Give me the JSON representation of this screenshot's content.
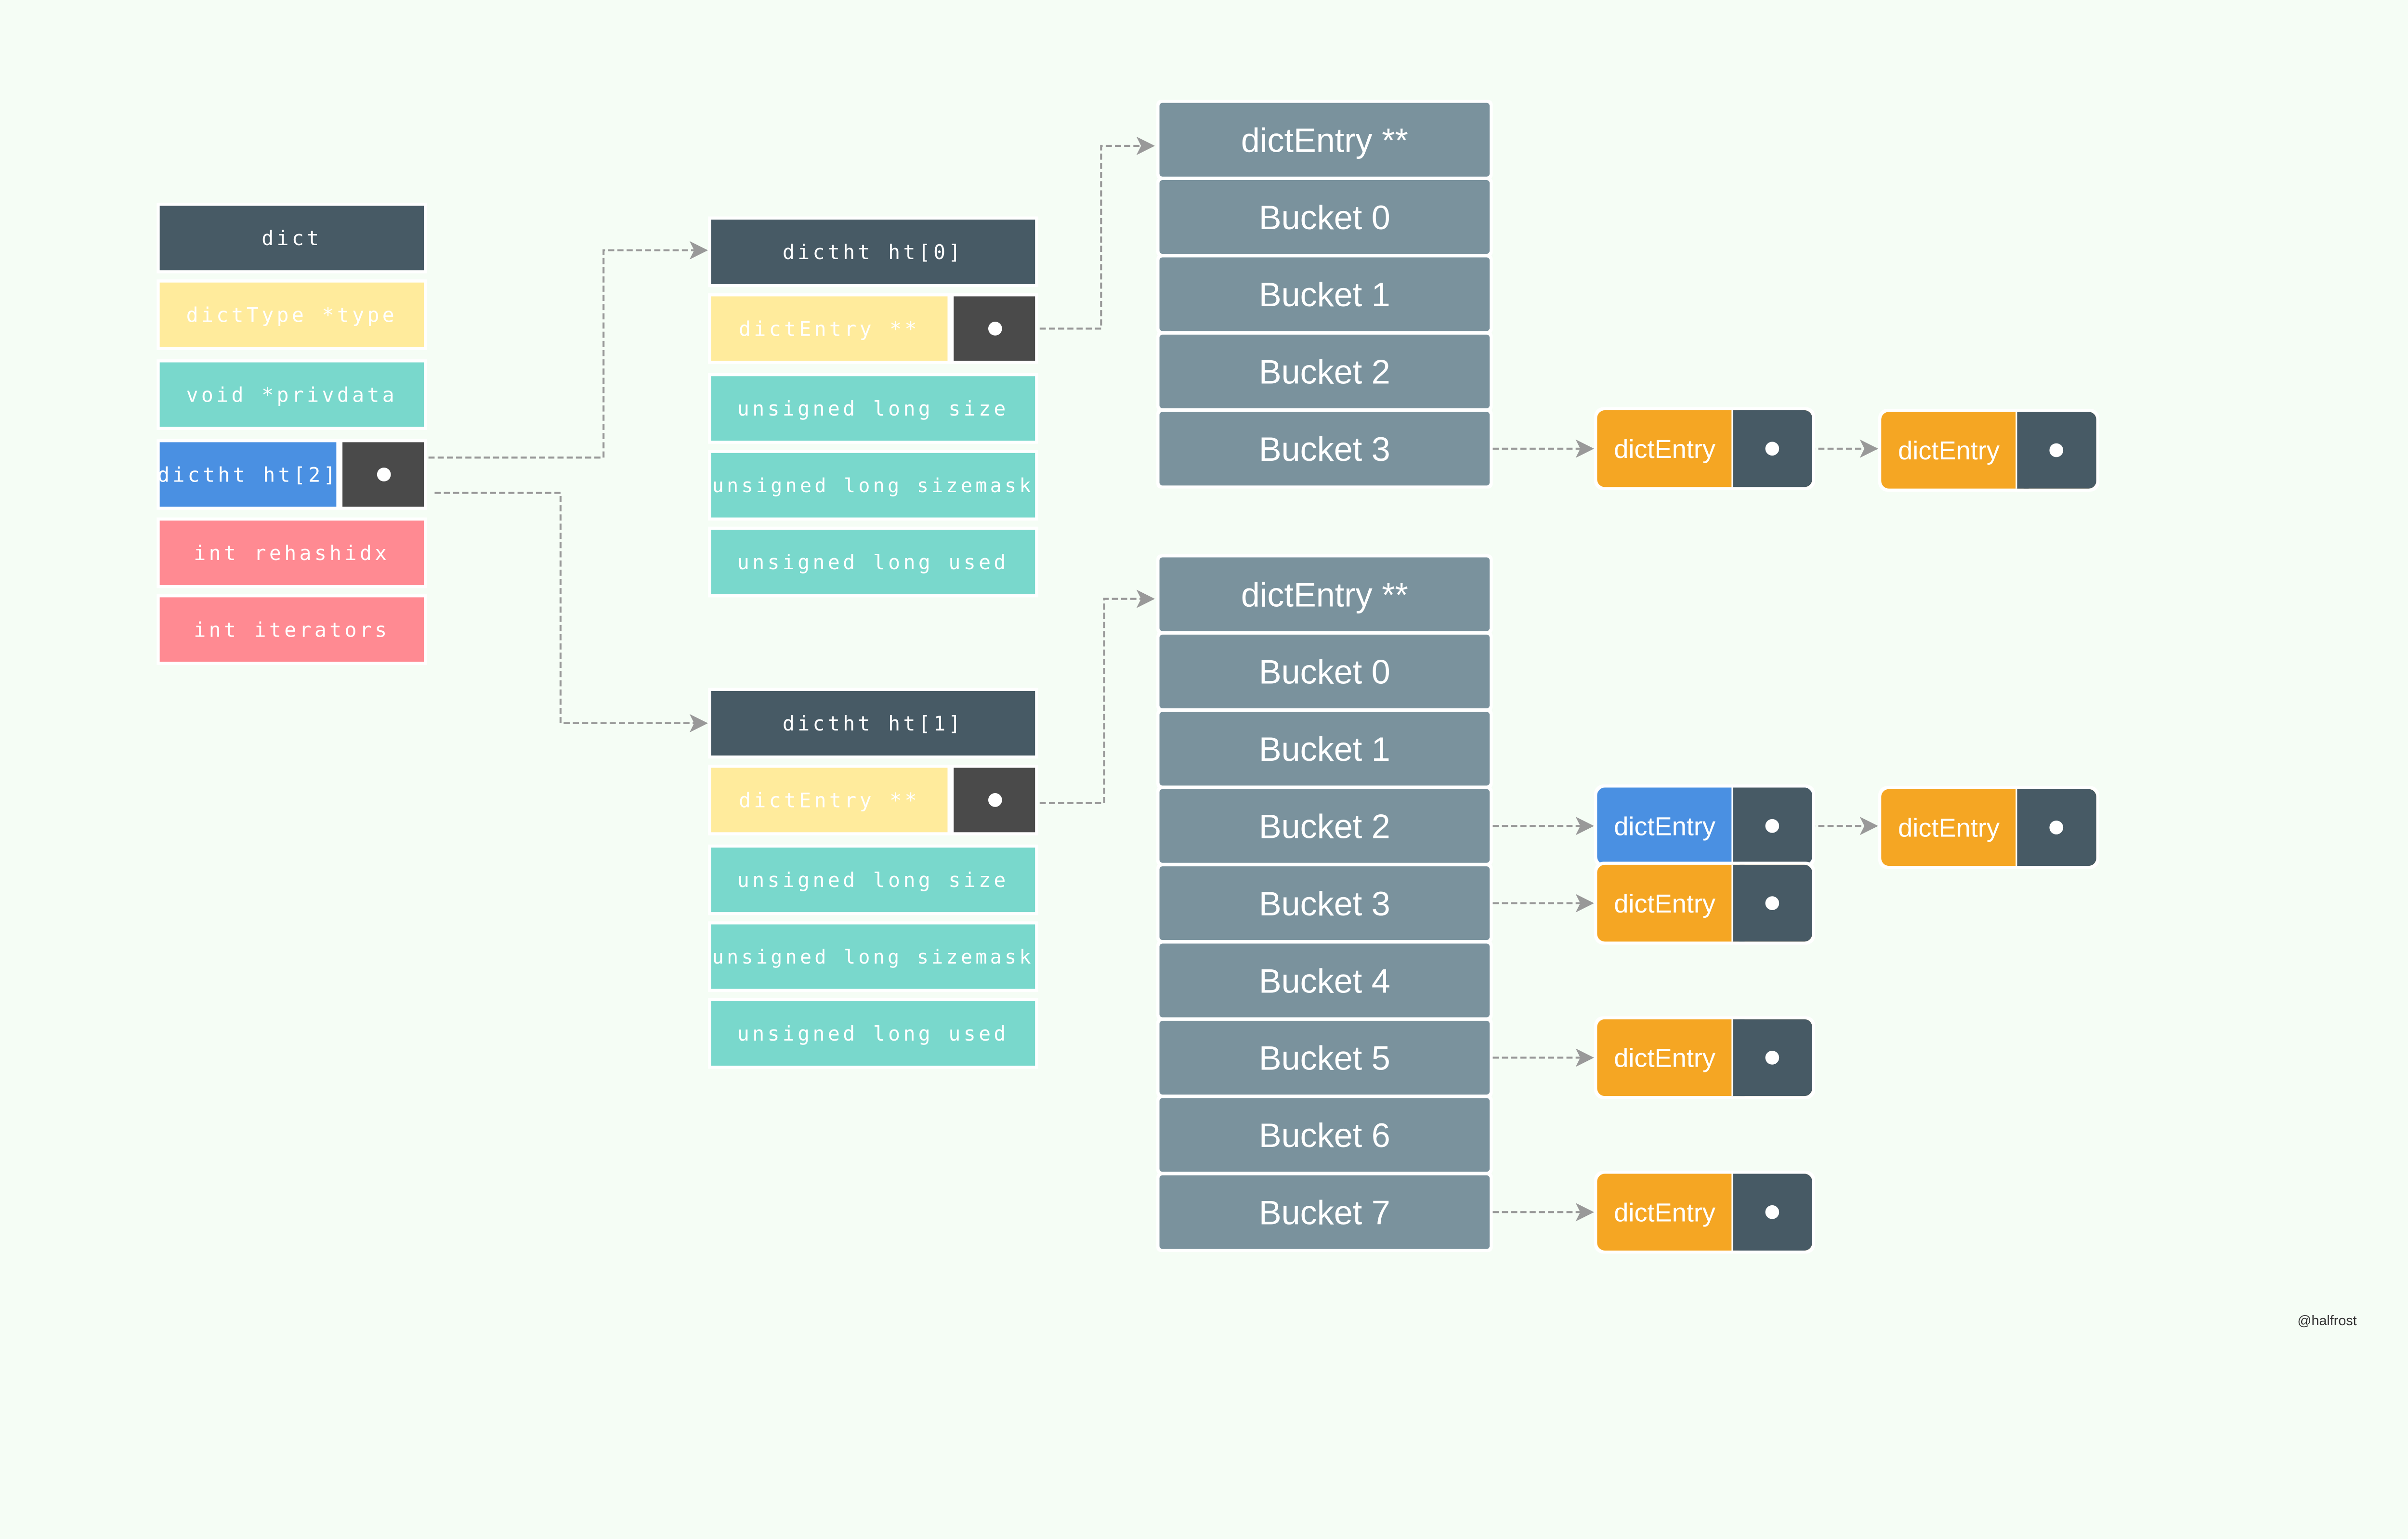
{
  "colors": {
    "background": "#f5fdf5",
    "dark": "#475a65",
    "pointer_dark": "#4a4a4a",
    "yellow": "#ffeb9c",
    "teal": "#79d8cc",
    "blue": "#4a90e2",
    "pink": "#ff8a92",
    "bucket": "#7a929d",
    "orange": "#f5a623",
    "arrow": "#999999"
  },
  "dict": {
    "title": "dict",
    "fields": [
      "dictType *type",
      "void *privdata",
      "dictht ht[2]",
      "int rehashidx",
      "int iterators"
    ]
  },
  "hashtables": [
    {
      "title": "dictht ht[0]",
      "table_field": "dictEntry **",
      "fields": [
        "unsigned long size",
        "unsigned long sizemask",
        "unsigned long used"
      ]
    },
    {
      "title": "dictht ht[1]",
      "table_field": "dictEntry **",
      "fields": [
        "unsigned long size",
        "unsigned long sizemask",
        "unsigned long used"
      ]
    }
  ],
  "bucket_arrays": [
    {
      "header": "dictEntry **",
      "buckets": [
        "Bucket 0",
        "Bucket 1",
        "Bucket 2",
        "Bucket 3"
      ]
    },
    {
      "header": "dictEntry **",
      "buckets": [
        "Bucket 0",
        "Bucket 1",
        "Bucket 2",
        "Bucket 3",
        "Bucket 4",
        "Bucket 5",
        "Bucket 6",
        "Bucket 7"
      ]
    }
  ],
  "entry_chains": [
    {
      "array": 0,
      "bucket": 3,
      "entries": [
        {
          "label": "dictEntry",
          "color": "orange"
        },
        {
          "label": "dictEntry",
          "color": "orange"
        }
      ]
    },
    {
      "array": 1,
      "bucket": 2,
      "entries": [
        {
          "label": "dictEntry",
          "color": "blue"
        },
        {
          "label": "dictEntry",
          "color": "orange"
        }
      ]
    },
    {
      "array": 1,
      "bucket": 3,
      "entries": [
        {
          "label": "dictEntry",
          "color": "orange"
        }
      ]
    },
    {
      "array": 1,
      "bucket": 5,
      "entries": [
        {
          "label": "dictEntry",
          "color": "orange"
        }
      ]
    },
    {
      "array": 1,
      "bucket": 7,
      "entries": [
        {
          "label": "dictEntry",
          "color": "orange"
        }
      ]
    }
  ],
  "watermark": "@halfrost"
}
